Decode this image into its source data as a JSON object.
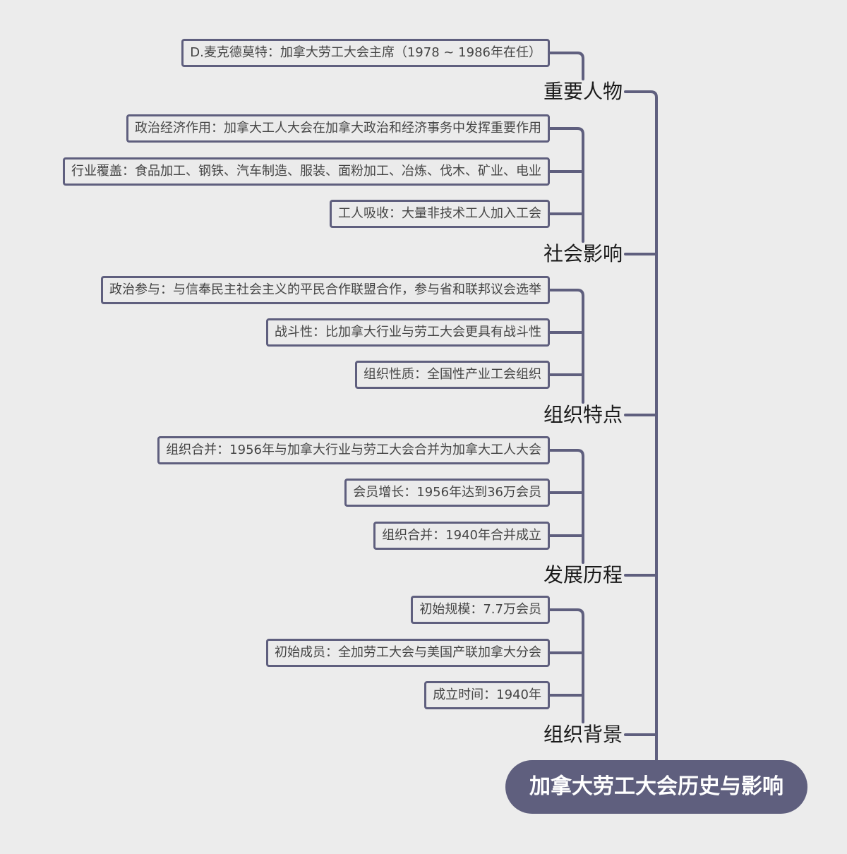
{
  "root": {
    "title": "加拿大劳工大会历史与影响"
  },
  "branches": [
    {
      "label": "重要人物",
      "leaves": [
        "D.麦克德莫特：加拿大劳工大会主席（1978 ~ 1986年在任）"
      ]
    },
    {
      "label": "社会影响",
      "leaves": [
        "政治经济作用：加拿大工人大会在加拿大政治和经济事务中发挥重要作用",
        "行业覆盖：食品加工、钢铁、汽车制造、服装、面粉加工、冶炼、伐木、矿业、电业",
        "工人吸收：大量非技术工人加入工会"
      ]
    },
    {
      "label": "组织特点",
      "leaves": [
        "政治参与：与信奉民主社会主义的平民合作联盟合作，参与省和联邦议会选举",
        "战斗性：比加拿大行业与劳工大会更具有战斗性",
        "组织性质：全国性产业工会组织"
      ]
    },
    {
      "label": "发展历程",
      "leaves": [
        "组织合并：1956年与加拿大行业与劳工大会合并为加拿大工人大会",
        "会员增长：1956年达到36万会员",
        "组织合并：1940年合并成立"
      ]
    },
    {
      "label": "组织背景",
      "leaves": [
        "初始规模：7.7万会员",
        "初始成员：全加劳工大会与美国产联加拿大分会",
        "成立时间：1940年"
      ]
    }
  ],
  "colors": {
    "line": "#5f5f7e",
    "background": "#ececec",
    "root_text": "#ffffff"
  }
}
